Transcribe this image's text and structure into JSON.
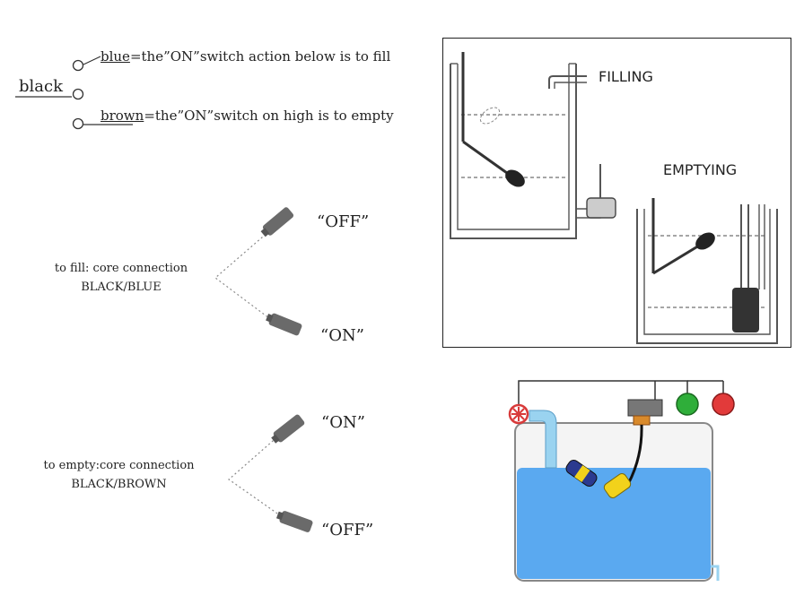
{
  "wiring": {
    "black_label": "black",
    "blue_word": "blue",
    "blue_text": "=the”ON”switch action below is to fill",
    "brown_word": "brown",
    "brown_text": "=the”ON”switch on high is to empty"
  },
  "fill_section": {
    "off_label": "“OFF”",
    "on_label": "“ON”",
    "caption_line1": "to fill: core connection",
    "caption_line2": "BLACK/BLUE"
  },
  "empty_section": {
    "on_label": "“ON”",
    "off_label": "“OFF”",
    "caption_line1": "to empty:core connection",
    "caption_line2": "BLACK/BROWN"
  },
  "tank_panel": {
    "filling_label": "FILLING",
    "emptying_label": "EMPTYING"
  },
  "colors": {
    "water": "#5aa9f0",
    "float_yellow": "#f2d21b",
    "float_blue": "#2b3a8f",
    "lamp_green": "#2fae3a",
    "lamp_red": "#e23a3a",
    "valve_red": "#d83a3a"
  }
}
